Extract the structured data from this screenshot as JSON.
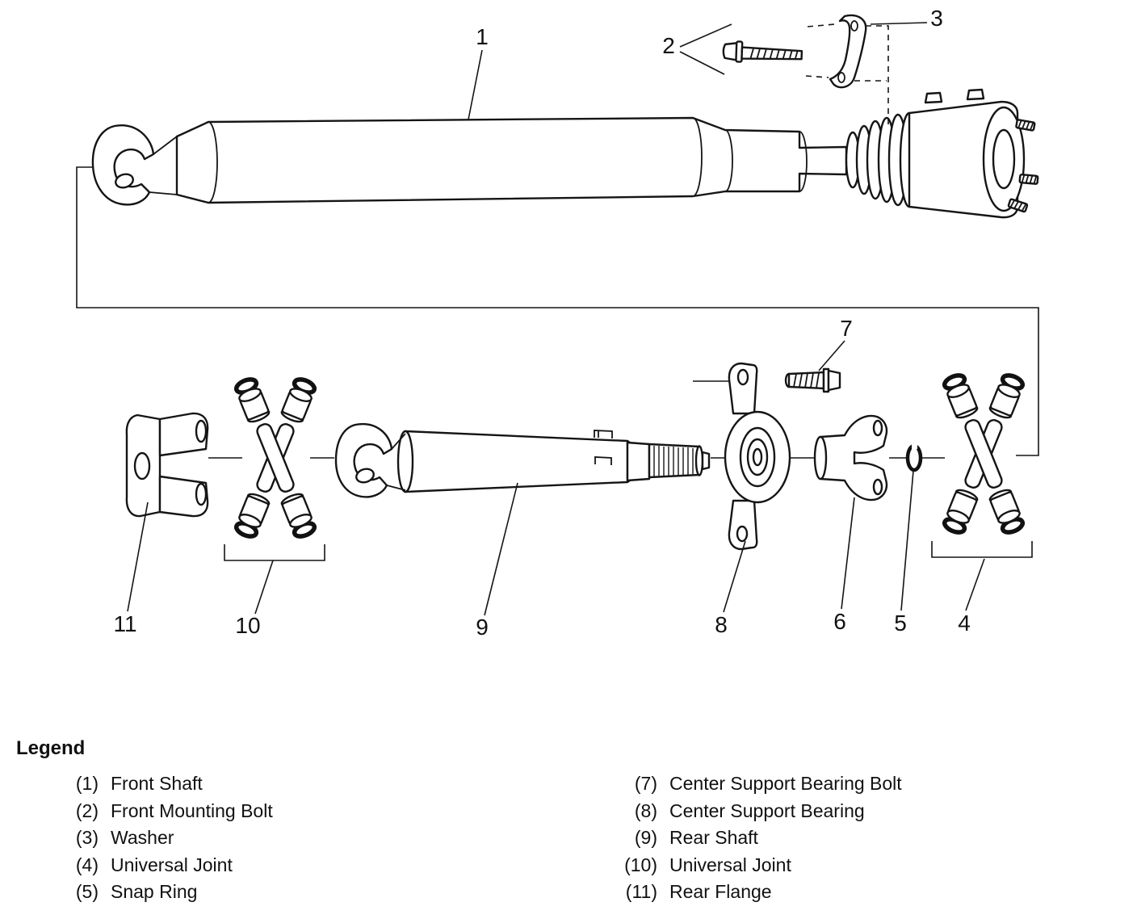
{
  "colors": {
    "background": "#ffffff",
    "ink": "#151515"
  },
  "callouts": {
    "c1": "1",
    "c2": "2",
    "c3": "3",
    "c4": "4",
    "c5": "5",
    "c6": "6",
    "c7": "7",
    "c8": "8",
    "c9": "9",
    "c10": "10",
    "c11": "11"
  },
  "legend": {
    "heading": "Legend",
    "left": [
      {
        "num": "(1)",
        "label": "Front Shaft"
      },
      {
        "num": "(2)",
        "label": "Front Mounting Bolt"
      },
      {
        "num": "(3)",
        "label": "Washer"
      },
      {
        "num": "(4)",
        "label": "Universal Joint"
      },
      {
        "num": "(5)",
        "label": "Snap Ring"
      }
    ],
    "right": [
      {
        "num": "(7)",
        "label": "Center Support Bearing Bolt"
      },
      {
        "num": "(8)",
        "label": "Center Support Bearing"
      },
      {
        "num": "(9)",
        "label": "Rear Shaft"
      },
      {
        "num": "(10)",
        "label": "Universal Joint"
      },
      {
        "num": "(11)",
        "label": "Rear Flange"
      }
    ]
  }
}
